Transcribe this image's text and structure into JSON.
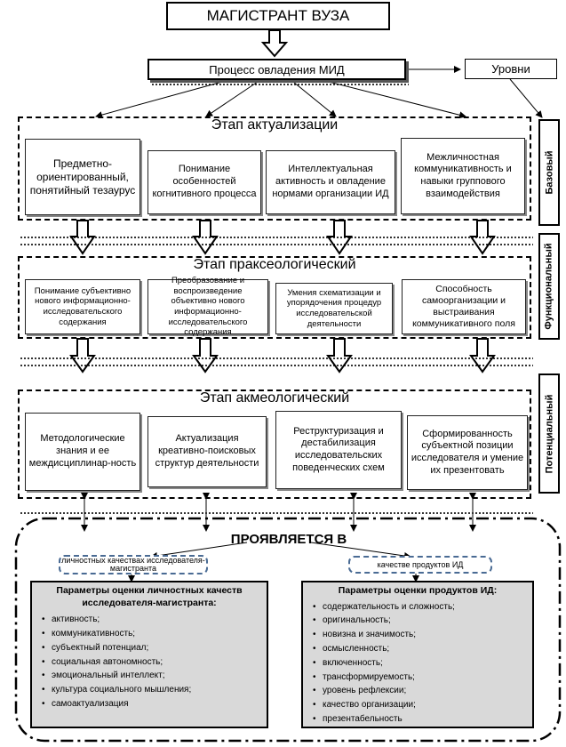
{
  "top": {
    "title": "МАГИСТРАНТ ВУЗА"
  },
  "process": {
    "label": "Процесс овладения МИД"
  },
  "levels": {
    "label": "Уровни"
  },
  "side_labels": [
    "Базовый",
    "Функциональный",
    "Потенциальный"
  ],
  "stages": [
    {
      "title": "Этап актуализации",
      "cards": [
        "Предметно-ориентированный, понятийный тезаурус",
        "Понимание особенностей когнитивного процесса",
        "Интеллектуальная активность и овладение нормами организации ИД",
        "Межличностная коммуникативность и навыки группового взаимодействия"
      ]
    },
    {
      "title": "Этап праксеологический",
      "cards": [
        "Понимание субъективно нового информационно-исследовательского содержания",
        "Преобразование и воспроизведение объективно нового информационно-исследовательского содержания",
        "Умения схематизации и упорядочения процедур исследовательской деятельности",
        "Способность самоорганизации и выстраивания коммуникативного поля"
      ]
    },
    {
      "title": "Этап акмеологический",
      "cards": [
        "Методологические знания и ее междисциплинар-ность",
        "Актуализация креативно-поисковых структур деятельности",
        "Реструктуризация и дестабилизация исследовательских поведенческих схем",
        "Сформированность субъектной позиции исследователя и умение их презентовать"
      ]
    }
  ],
  "manifest": {
    "title": "ПРОЯВЛЯЕТСЯ В",
    "left_label": "личностных качествах исследователя-магистранта",
    "right_label": "качестве продуктов ИД",
    "left_params": {
      "title": "Параметры оценки личностных качеств исследователя-магистранта:",
      "items": [
        "активность;",
        "коммуникативность;",
        "субъектный потенциал;",
        "социальная автономность;",
        "эмоциональный интеллект;",
        "культура социального  мышления;",
        "самоактуализация"
      ]
    },
    "right_params": {
      "title": "Параметры оценки продуктов ИД:",
      "items": [
        "содержательность и сложность;",
        "оригинальность;",
        "новизна и значимость;",
        "осмысленность;",
        "включенность;",
        "трансформируемость;",
        "уровень рефлексии;",
        "качество организации;",
        "презентабельность"
      ]
    }
  }
}
